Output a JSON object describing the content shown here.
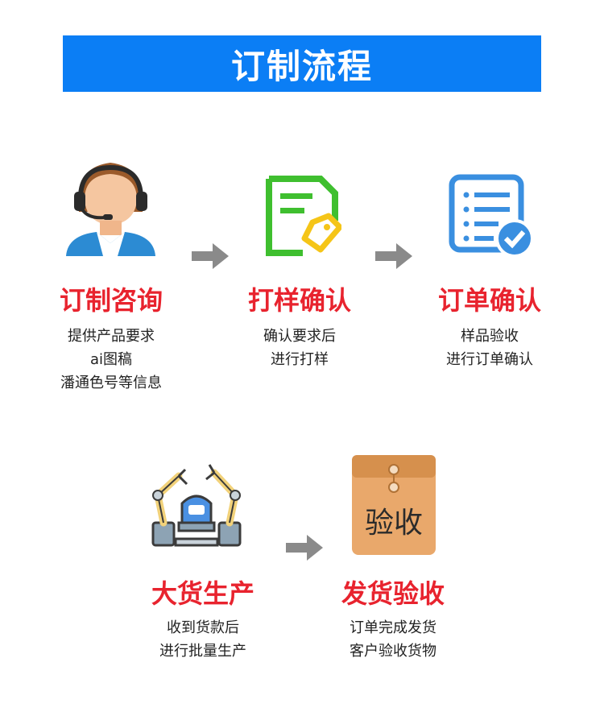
{
  "banner": {
    "title": "订制流程"
  },
  "steps": [
    {
      "title": "订制咨询",
      "lines": [
        "提供产品要求",
        "ai图稿",
        "潘通色号等信息"
      ]
    },
    {
      "title": "打样确认",
      "lines": [
        "确认要求后",
        "进行打样"
      ]
    },
    {
      "title": "订单确认",
      "lines": [
        "样品验收",
        "进行订单确认"
      ]
    },
    {
      "title": "大货生产",
      "lines": [
        "收到货款后",
        "进行批量生产"
      ]
    },
    {
      "title": "发货验收",
      "lines": [
        "订单完成发货",
        "客户验收货物"
      ]
    }
  ],
  "envelope": {
    "label": "验收"
  },
  "colors": {
    "banner": "#0b7ef5",
    "title": "#e8232e",
    "arrow": "#8a8a8a"
  }
}
